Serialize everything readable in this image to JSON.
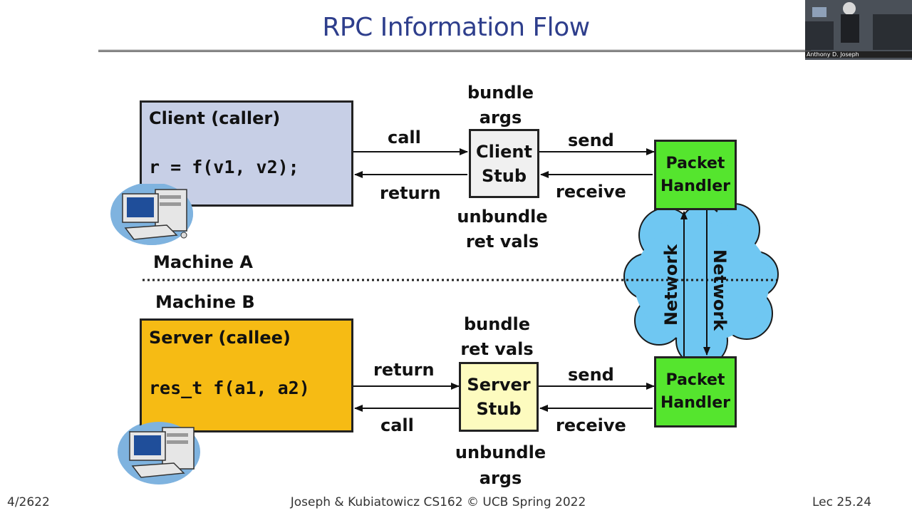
{
  "slide": {
    "title": "RPC Information Flow",
    "footer_left": "4/2622",
    "footer_center": "Joseph & Kubiatowicz CS162 © UCB Spring 2022",
    "footer_right": "Lec 25.24",
    "presenter_caption": "Anthony D. Joseph"
  },
  "machine_a": {
    "label": "Machine A",
    "client_title": "Client (caller)",
    "client_code": "r = f(v1, v2);",
    "call_label": "call",
    "return_label": "return",
    "stub": [
      "Client",
      "Stub"
    ],
    "bundle_label": [
      "bundle",
      "args"
    ],
    "unbundle_label": [
      "unbundle",
      "ret vals"
    ],
    "send_label": "send",
    "receive_label": "receive",
    "handler": [
      "Packet",
      "Handler"
    ]
  },
  "machine_b": {
    "label": "Machine B",
    "server_title": "Server (callee)",
    "server_code": "res_t f(a1, a2)",
    "return_label": "return",
    "call_label": "call",
    "stub": [
      "Server",
      "Stub"
    ],
    "bundle_label": [
      "bundle",
      "ret vals"
    ],
    "unbundle_label": [
      "unbundle",
      "args"
    ],
    "send_label": "send",
    "receive_label": "receive",
    "handler": [
      "Packet",
      "Handler"
    ]
  },
  "network": {
    "left_label": "Network",
    "right_label": "Network"
  },
  "colors": {
    "title": "#2e3e8c",
    "client_box": "#c7cfe6",
    "server_box": "#f6bb14",
    "client_stub": "#f0f0f0",
    "server_stub": "#fdfbbf",
    "packet_handler": "#55e52e",
    "cloud": "#6fc7f2"
  }
}
